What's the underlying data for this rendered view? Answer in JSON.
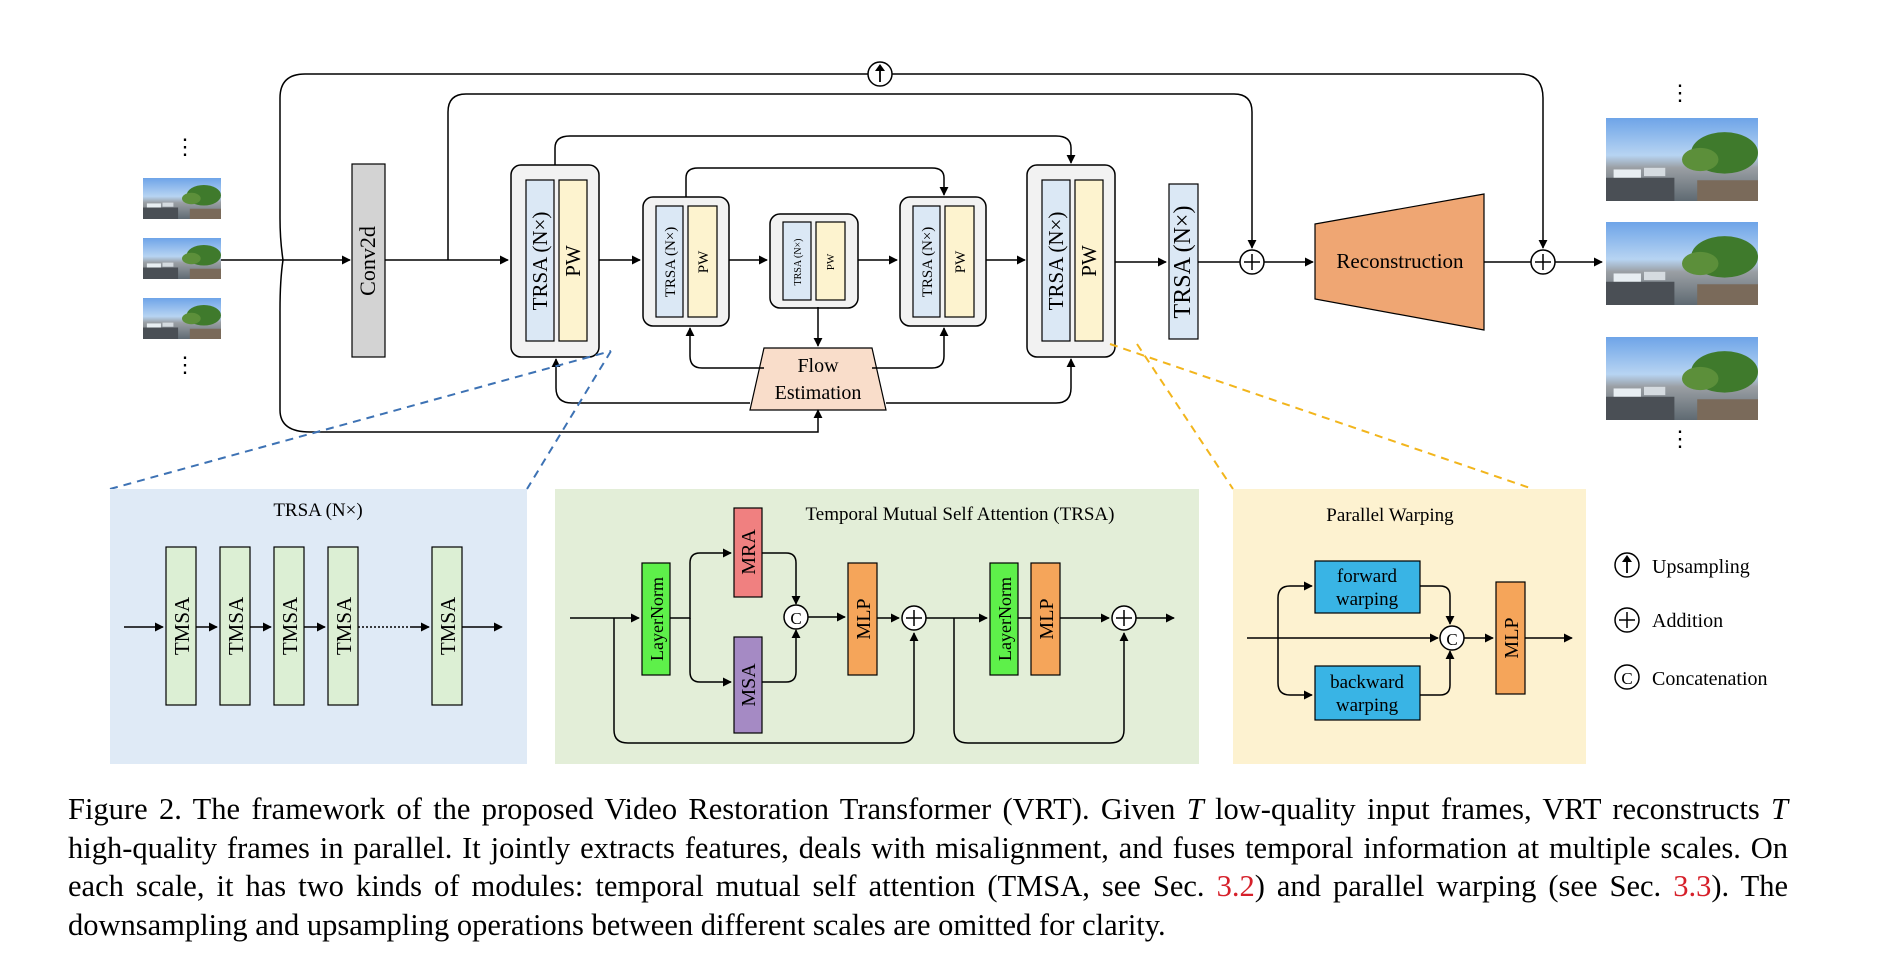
{
  "diagram": {
    "conv": "Conv2d",
    "trsa_n": "TRSA (N×)",
    "trsa_n_small": "TRSA (N×)",
    "pw": "PW",
    "flow1": "Flow",
    "flow2": "Estimation",
    "reconstruction": "Reconstruction",
    "trsa_panel_title": "TRSA (N×)",
    "tmsa": "TMSA",
    "tmsa_panel_title": "Temporal Mutual Self Attention (TRSA)",
    "layernorm": "LayerNorm",
    "mra": "MRA",
    "msa": "MSA",
    "mlp": "MLP",
    "c": "C",
    "pw_panel_title": "Parallel Warping",
    "forward1": "forward",
    "forward2": "warping",
    "backward1": "backward",
    "backward2": "warping",
    "legend": {
      "upsampling": "Upsampling",
      "addition": "Addition",
      "concatenation": "Concatenation"
    }
  },
  "colors": {
    "trsa": "#dbe8f5",
    "pw": "#fdf3cf",
    "conv": "#d3d3d3",
    "recon": "#efa673",
    "flow": "#f9ddca",
    "panel_blue": "#dfeaf6",
    "panel_green": "#e3eed8",
    "panel_yellow": "#fdf2d0",
    "tmsa": "#dcefd4",
    "layernorm": "#5ef04a",
    "mra": "#f08080",
    "msa": "#a58ac4",
    "mlp": "#f5a55a",
    "warp": "#39b4e5",
    "dash_blue": "#3d72b4",
    "dash_yellow": "#f2b51c"
  },
  "caption": {
    "p1": "Figure 2. The framework of the proposed Video Restoration Transformer (VRT). Given ",
    "t1": "T",
    "p2": " low-quality input frames, VRT reconstructs ",
    "t2": "T",
    "p3": " high-quality frames in parallel. It jointly extracts features, deals with misalignment, and fuses temporal information at multiple scales. On each scale, it has two kinds of modules: temporal mutual self attention (TMSA, see Sec. ",
    "ref1": "3.2",
    "p4": ") and parallel warping (see Sec. ",
    "ref2": "3.3",
    "p5": "). The downsampling and upsampling operations between different scales are omitted for clarity."
  }
}
